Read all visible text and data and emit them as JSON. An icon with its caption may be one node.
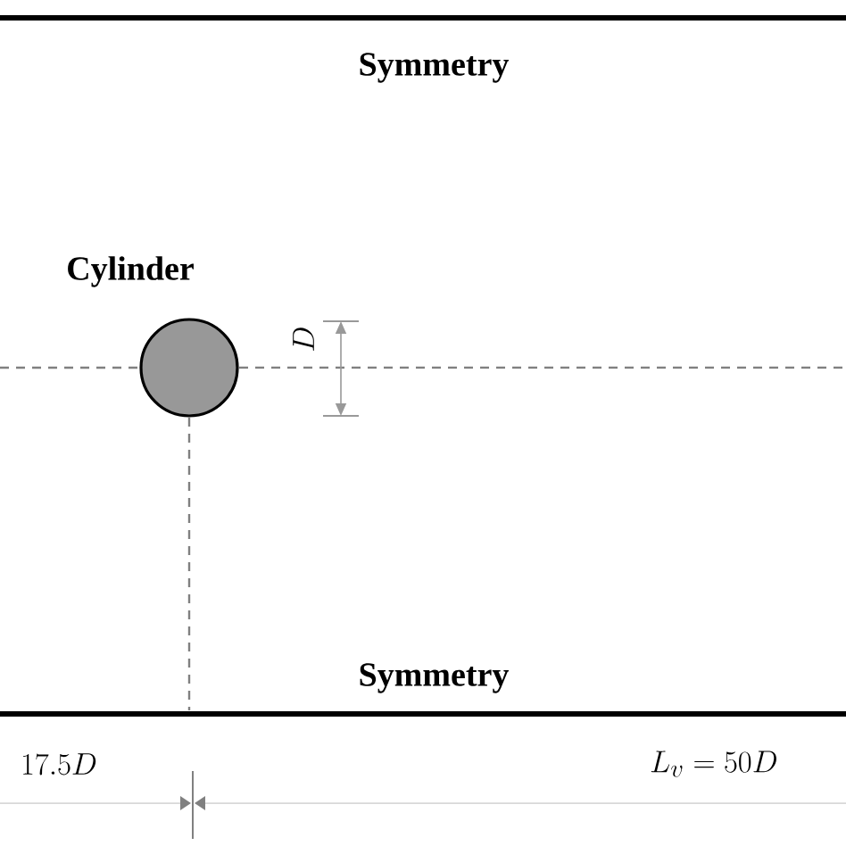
{
  "diagram": {
    "nodes": [
      {
        "text": [],
        "shape": "circle",
        "beside": [
          "Cylinder"
        ]
      }
    ],
    "labels": [
      "Symmetry",
      "D",
      "Symmetry",
      "17.5D",
      "L_v = 50D"
    ]
  }
}
